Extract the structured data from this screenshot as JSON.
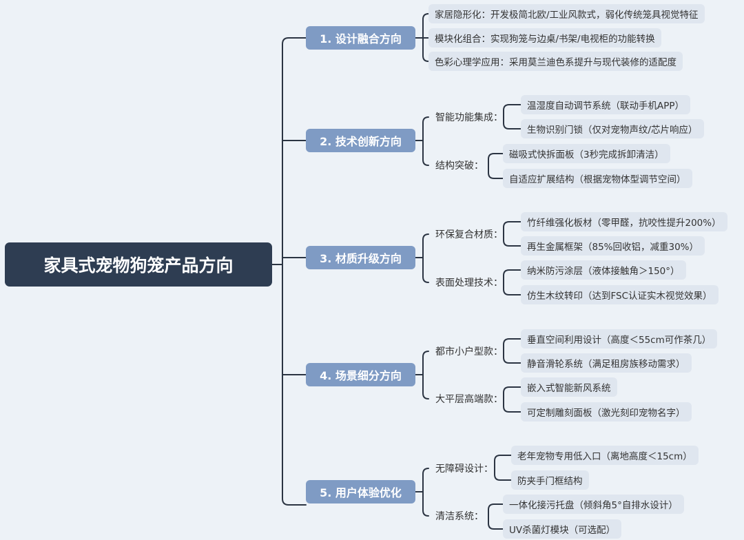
{
  "root": {
    "label": "家具式宠物狗笼产品方向"
  },
  "branches": [
    {
      "label": "1. 设计融合方向",
      "subs": [],
      "leaves": [
        "家居隐形化：开发极简北欧/工业风款式，弱化传统笼具视觉特征",
        "模块化组合：实现狗笼与边桌/书架/电视柜的功能转换",
        "色彩心理学应用：采用莫兰迪色系提升与现代装修的适配度"
      ]
    },
    {
      "label": "2. 技术创新方向",
      "subs": [
        {
          "label": "智能功能集成：",
          "leaves": [
            "温湿度自动调节系统（联动手机APP）",
            "生物识别门锁（仅对宠物声纹/芯片响应）"
          ]
        },
        {
          "label": "结构突破：",
          "leaves": [
            "磁吸式快拆面板（3秒完成拆卸清洁）",
            "自适应扩展结构（根据宠物体型调节空间）"
          ]
        }
      ]
    },
    {
      "label": "3. 材质升级方向",
      "subs": [
        {
          "label": "环保复合材质：",
          "leaves": [
            "竹纤维强化板材（零甲醛，抗咬性提升200%）",
            "再生金属框架（85%回收铝，减重30%）"
          ]
        },
        {
          "label": "表面处理技术：",
          "leaves": [
            "纳米防污涂层（液体接触角＞150°）",
            "仿生木纹转印（达到FSC认证实木视觉效果）"
          ]
        }
      ]
    },
    {
      "label": "4. 场景细分方向",
      "subs": [
        {
          "label": "都市小户型款：",
          "leaves": [
            "垂直空间利用设计（高度＜55cm可作茶几）",
            "静音滑轮系统（满足租房族移动需求）"
          ]
        },
        {
          "label": "大平层高端款：",
          "leaves": [
            "嵌入式智能新风系统",
            "可定制雕刻面板（激光刻印宠物名字）"
          ]
        }
      ]
    },
    {
      "label": "5. 用户体验优化",
      "subs": [
        {
          "label": "无障碍设计：",
          "leaves": [
            "老年宠物专用低入口（离地高度＜15cm）",
            "防夹手门框结构"
          ]
        },
        {
          "label": "清洁系统：",
          "leaves": [
            "一体化接污托盘（倾斜角5°自排水设计）",
            "UV杀菌灯模块（可选配）"
          ]
        }
      ]
    }
  ],
  "colors": {
    "root": "#2e3d52",
    "branch": "#7f9bc4",
    "leaf": "#dfe6ef",
    "line": "#2b3442",
    "background": "#edf2f7"
  }
}
